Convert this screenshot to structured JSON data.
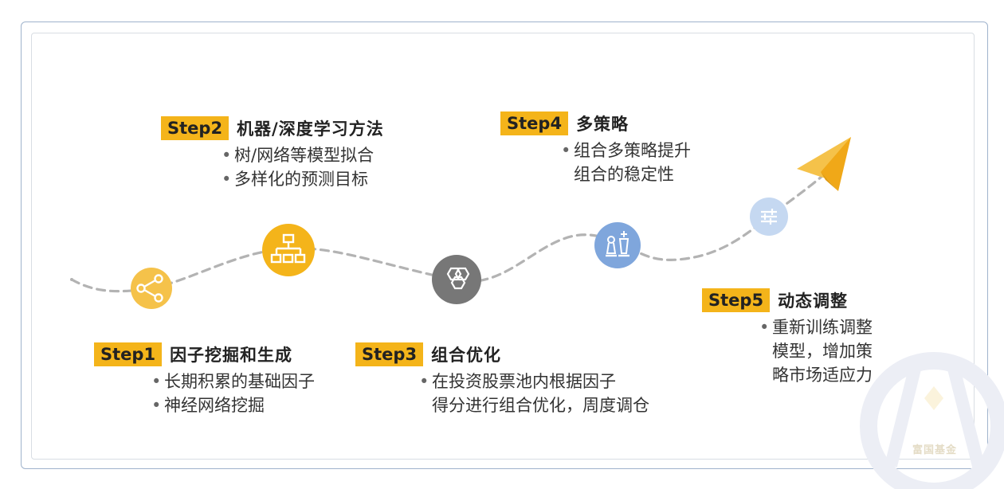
{
  "steps": [
    {
      "badge": "Step1",
      "title": "因子挖掘和生成",
      "bullets": [
        "长期积累的基础因子",
        "神经网络挖掘"
      ],
      "icon": "share-icon",
      "icon_color": "#f4b41a"
    },
    {
      "badge": "Step2",
      "title": "机器/深度学习方法",
      "bullets": [
        "树/网络等模型拟合",
        "多样化的预测目标"
      ],
      "icon": "hierarchy-icon",
      "icon_color": "#f4b41a"
    },
    {
      "badge": "Step3",
      "title": "组合优化",
      "bullets": [
        "在投资股票池内根据因子",
        "得分进行组合优化，周度调仓"
      ],
      "icon": "hexagons-icon",
      "icon_color": "#7a7a7a"
    },
    {
      "badge": "Step4",
      "title": "多策略",
      "bullets": [
        "组合多策略提升",
        "组合的稳定性"
      ],
      "icon": "chess-icon",
      "icon_color": "#7fa6dc"
    },
    {
      "badge": "Step5",
      "title": "动态调整",
      "bullets": [
        "重新训练调整",
        "模型，增加策",
        "略市场适应力"
      ],
      "icon": "sliders-icon",
      "icon_color": "#c5d8f1"
    }
  ],
  "watermark": "富国基金",
  "colors": {
    "accent": "#f4b41a",
    "path": "#b3b3b3"
  }
}
